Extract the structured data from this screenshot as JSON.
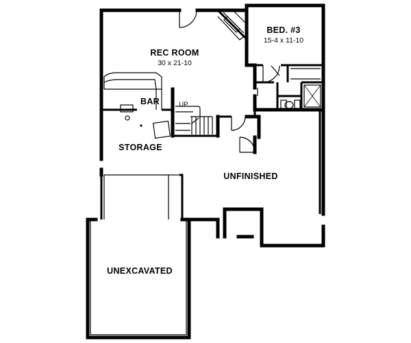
{
  "rooms": {
    "rec_room": {
      "name": "REC ROOM",
      "dims": "30 x 21-10"
    },
    "bedroom": {
      "name": "BED. #3",
      "dims": "15-4 x 11-10"
    },
    "bar": {
      "name": "BAR"
    },
    "storage": {
      "name": "STORAGE"
    },
    "unfinished": {
      "name": "UNFINISHED"
    },
    "unexcavated": {
      "name": "UNEXCAVATED"
    }
  },
  "stairs": {
    "label": "UP"
  }
}
